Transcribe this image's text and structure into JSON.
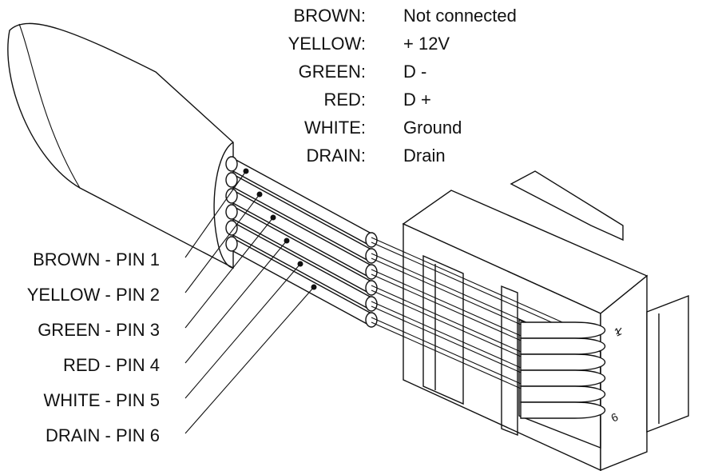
{
  "legend": [
    {
      "color": "BROWN:",
      "function": "Not connected"
    },
    {
      "color": "YELLOW:",
      "function": "+ 12V"
    },
    {
      "color": "GREEN:",
      "function": "D -"
    },
    {
      "color": "RED:",
      "function": "D +"
    },
    {
      "color": "WHITE:",
      "function": "Ground"
    },
    {
      "color": "DRAIN:",
      "function": "Drain"
    }
  ],
  "pins": [
    "BROWN - PIN 1",
    "YELLOW - PIN 2",
    "GREEN - PIN 3",
    "RED - PIN 4",
    "WHITE - PIN 5",
    "DRAIN - PIN 6"
  ],
  "connector_markings": {
    "pin1_mark": "1",
    "pin6_mark": "6"
  }
}
